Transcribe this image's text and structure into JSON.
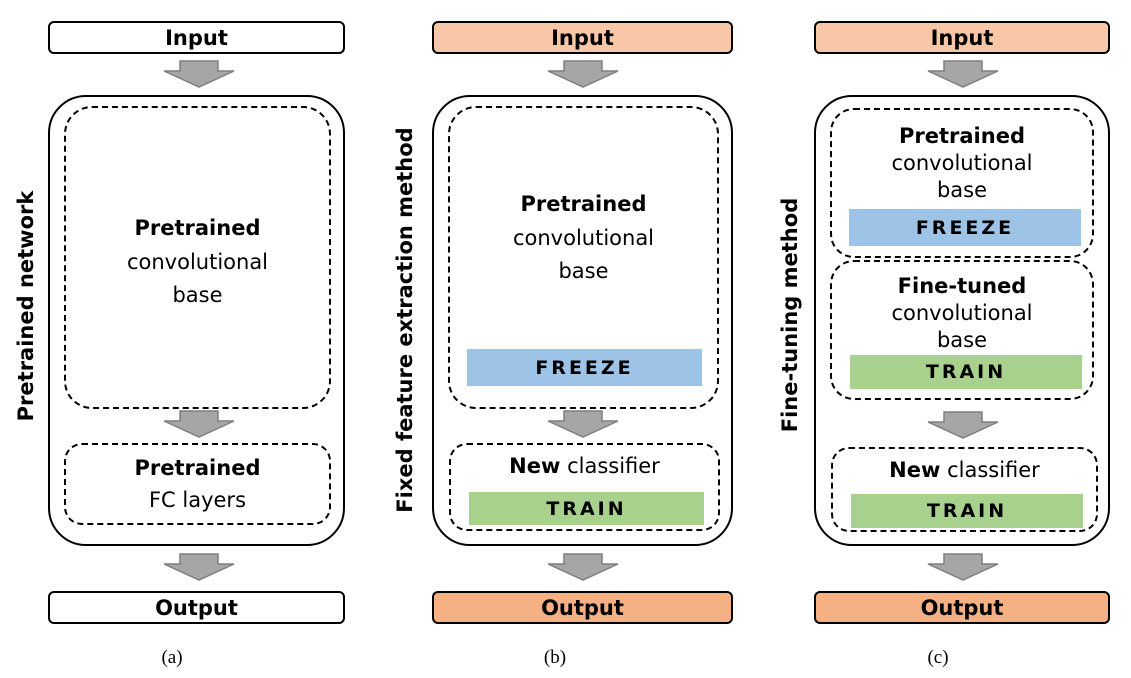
{
  "panels": {
    "a": {
      "input": "Input",
      "side_label": "Pretrained network",
      "conv_bold": "Pretrained",
      "conv_line1": "convolutional",
      "conv_line2": "base",
      "fc_bold": "Pretrained",
      "fc_line": "FC layers",
      "output": "Output",
      "caption": "(a)"
    },
    "b": {
      "input": "Input",
      "side_label": "Fixed feature extraction method",
      "conv_bold": "Pretrained",
      "conv_line1": "convolutional",
      "conv_line2": "base",
      "freeze": "FREEZE",
      "clf_bold": "New",
      "clf_rest": " classifier",
      "train": "TRAIN",
      "output": "Output",
      "caption": "(b)"
    },
    "c": {
      "input": "Input",
      "side_label": "Fine-tuning method",
      "pre_bold": "Pretrained",
      "pre_line1": "convolutional",
      "pre_line2": "base",
      "freeze": "FREEZE",
      "ft_bold": "Fine-tuned",
      "ft_line1": "convolutional",
      "ft_line2": "base",
      "train1": "TRAIN",
      "clf_bold": "New",
      "clf_rest": " classifier",
      "train2": "TRAIN",
      "output": "Output",
      "caption": "(c)"
    }
  },
  "colors": {
    "input_output_a": "#ffffff",
    "input_b_c": "#f8c7a7",
    "output_b_c": "#f5b183",
    "freeze": "#9dc3e6",
    "train": "#a9d18e",
    "arrow": "#a6a6a6"
  }
}
